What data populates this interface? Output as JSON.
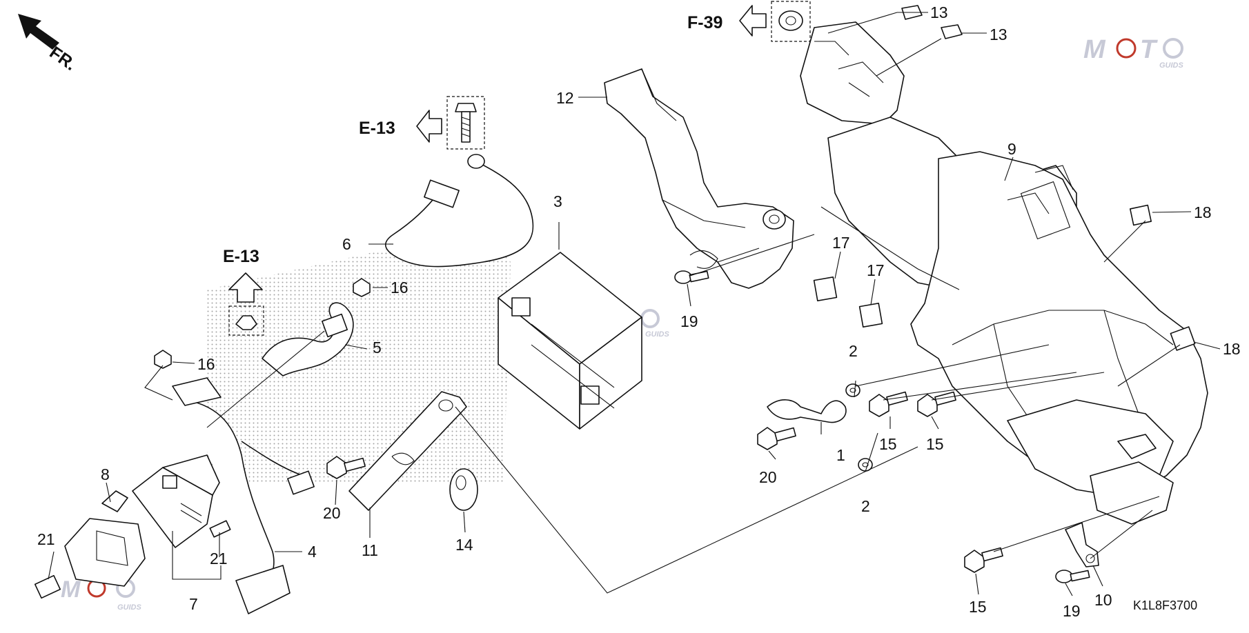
{
  "diagram": {
    "orientation_label": "FR.",
    "diagram_code": "K1L8F3700",
    "references": [
      {
        "id": "f39",
        "text": "F-39"
      },
      {
        "id": "e13a",
        "text": "E-13"
      },
      {
        "id": "e13b",
        "text": "E-13"
      }
    ],
    "callouts": {
      "c1": "1",
      "c2a": "2",
      "c2b": "2",
      "c3": "3",
      "c4": "4",
      "c5": "5",
      "c6": "6",
      "c7": "7",
      "c8": "8",
      "c9": "9",
      "c10": "10",
      "c11": "11",
      "c12": "12",
      "c13a": "13",
      "c13b": "13",
      "c14": "14",
      "c15a": "15",
      "c15b": "15",
      "c15c": "15",
      "c16a": "16",
      "c16b": "16",
      "c17a": "17",
      "c17b": "17",
      "c18a": "18",
      "c18b": "18",
      "c19a": "19",
      "c19b": "19",
      "c20a": "20",
      "c20b": "20",
      "c21a": "21",
      "c21b": "21"
    },
    "watermark": {
      "brand": "MOTO",
      "sub": "GUIDS"
    },
    "colors": {
      "line": "#111111",
      "background": "#ffffff",
      "watermark": "#c7c9d6",
      "watermark_accent": "#c0392b"
    }
  }
}
